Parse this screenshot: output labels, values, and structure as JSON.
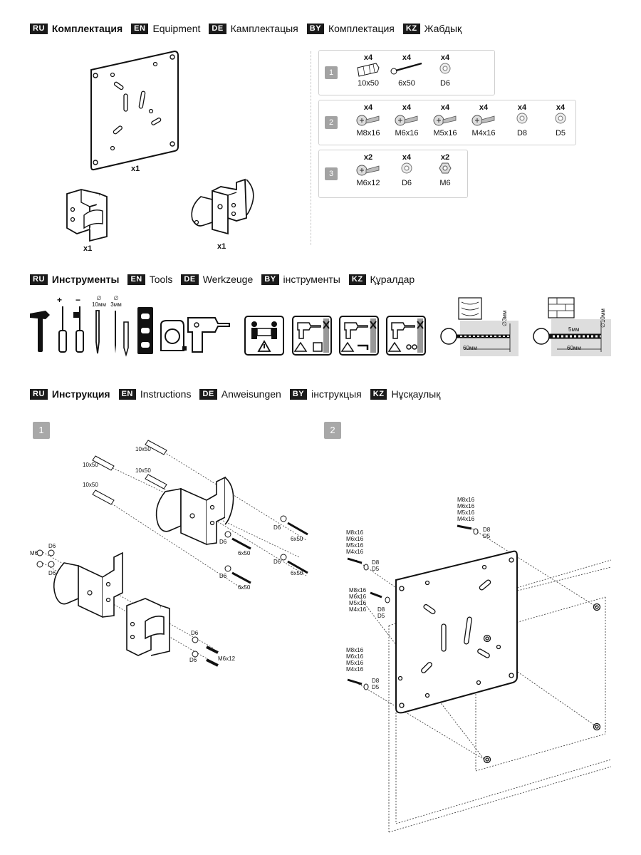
{
  "sections": {
    "equipment": [
      {
        "code": "RU",
        "text": "Комплектация",
        "bold": true
      },
      {
        "code": "EN",
        "text": "Equipment"
      },
      {
        "code": "DE",
        "text": "Камплектацыя"
      },
      {
        "code": "BY",
        "text": "Комплектация"
      },
      {
        "code": "KZ",
        "text": "Жабдық"
      }
    ],
    "tools": [
      {
        "code": "RU",
        "text": "Инструменты",
        "bold": true
      },
      {
        "code": "EN",
        "text": "Tools"
      },
      {
        "code": "DE",
        "text": "Werkzeuge"
      },
      {
        "code": "BY",
        "text": "інструменты"
      },
      {
        "code": "KZ",
        "text": "Құралдар"
      }
    ],
    "instructions": [
      {
        "code": "RU",
        "text": "Инструкция",
        "bold": true
      },
      {
        "code": "EN",
        "text": "Instructions"
      },
      {
        "code": "DE",
        "text": "Anweisungen"
      },
      {
        "code": "BY",
        "text": "інструкцыя"
      },
      {
        "code": "KZ",
        "text": "Нұсқаулық"
      }
    ]
  },
  "parts": {
    "plate_qty": "x1",
    "bracket_a_qty": "x1",
    "bracket_b_qty": "x1"
  },
  "kits": [
    {
      "num": "1",
      "items": [
        {
          "qty": "x4",
          "label": "10x50",
          "icon": "dowel-icon"
        },
        {
          "qty": "x4",
          "label": "6x50",
          "icon": "wood-screw-icon"
        },
        {
          "qty": "x4",
          "label": "D6",
          "icon": "washer-icon"
        }
      ]
    },
    {
      "num": "2",
      "items": [
        {
          "qty": "x4",
          "label": "M8x16",
          "icon": "bolt-icon"
        },
        {
          "qty": "x4",
          "label": "M6x16",
          "icon": "bolt-icon"
        },
        {
          "qty": "x4",
          "label": "M5x16",
          "icon": "bolt-icon"
        },
        {
          "qty": "x4",
          "label": "M4x16",
          "icon": "bolt-icon"
        },
        {
          "qty": "x4",
          "label": "D8",
          "icon": "washer-icon"
        },
        {
          "qty": "x4",
          "label": "D5",
          "icon": "washer-icon"
        }
      ]
    },
    {
      "num": "3",
      "items": [
        {
          "qty": "x2",
          "label": "M6x12",
          "icon": "bolt-icon"
        },
        {
          "qty": "x4",
          "label": "D6",
          "icon": "washer-icon"
        },
        {
          "qty": "x2",
          "label": "M6",
          "icon": "nut-icon"
        }
      ]
    }
  ],
  "tools": {
    "bit_labels": [
      "10мм",
      "3мм"
    ],
    "diameter_symbol": "∅",
    "phillips_symbol": "+",
    "flat_symbol": "−",
    "wood_diagram": {
      "depth": "60мм",
      "diameter": "∅3мм"
    },
    "brick_diagram": {
      "depth": "60мм",
      "inner": "5мм",
      "diameter": "∅10мм"
    }
  },
  "steps": {
    "step1": {
      "num": "1",
      "labels": {
        "dowel": "10x50",
        "screw": "6x50",
        "washer": "D6",
        "nut": "M6",
        "bolt": "M6x12"
      }
    },
    "step2": {
      "num": "2",
      "bolt_group": [
        "M8x16",
        "M6x16",
        "M5x16",
        "M4x16"
      ],
      "washer_group": [
        "D8",
        "D5"
      ]
    }
  }
}
